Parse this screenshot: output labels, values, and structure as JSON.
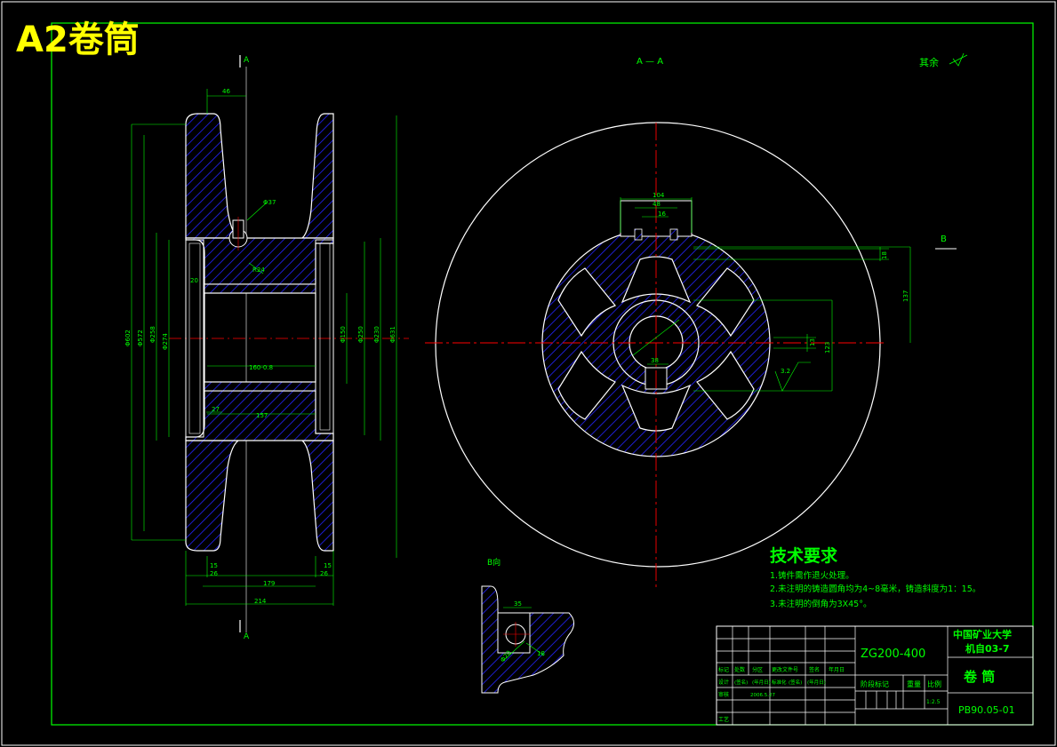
{
  "sheet_label": "A2卷筒",
  "section_marks": {
    "top": "A",
    "bottom": "A",
    "view_title": "A — A",
    "b_arrow": "B",
    "b_view": "B向"
  },
  "roughness_note": "其余",
  "dimensions_left": {
    "top_46": "46",
    "d637": "Φ37",
    "r24": "R24",
    "d602": "Φ602",
    "d572": "Φ572",
    "d258": "Φ258",
    "d274": "Φ274",
    "d150": "Φ150",
    "d250": "Φ250",
    "d230": "Φ230",
    "d631": "Φ631",
    "len160": "160-0.8",
    "w20": "20",
    "w27": "27",
    "w157": "157",
    "w15a": "15",
    "w15b": "15",
    "w26a": "26",
    "w26b": "26",
    "w179": "179",
    "w214": "214"
  },
  "dimensions_right": {
    "w104": "104",
    "w48": "48",
    "w16": "16",
    "h18": "18",
    "h137": "137",
    "h13": "13",
    "h123": "123",
    "w38": "38",
    "rough32": "3.2"
  },
  "detail_b": {
    "w35": "35",
    "h18": "18",
    "d20": "Φ20"
  },
  "tech_requirements": {
    "title": "技术要求",
    "items": [
      "1.铸件需作退火处理。",
      "2.未注明的铸造圆角均为4~8毫米，铸造斜度为1：15。",
      "3.未注明的倒角为3X45°。"
    ]
  },
  "title_block": {
    "material": "ZG200-400",
    "university": "中国矿业大学",
    "class": "机自03-7",
    "part_name": "卷  筒",
    "drawing_no": "PB90.05-01",
    "stage_label": "阶段标记",
    "weight_label": "重量",
    "scale_label": "比例",
    "scale_value": "1:2.5",
    "row_labels": [
      "标记",
      "处数",
      "分区",
      "更改文件号",
      "签名",
      "年月日"
    ],
    "design_label": "设计",
    "review_label": "审核",
    "process_label": "工艺",
    "std_label": "标准化",
    "sign_label": "(签名)",
    "date_label": "(年月日)",
    "design_date": "2006.5.27"
  },
  "colors": {
    "frame": "#00ff00",
    "outline": "#ffffff",
    "hatch": "#0000ff",
    "centerline": "#ff0000",
    "dimension": "#00ff00",
    "label": "#ffff00",
    "lines": "#ffffff"
  }
}
